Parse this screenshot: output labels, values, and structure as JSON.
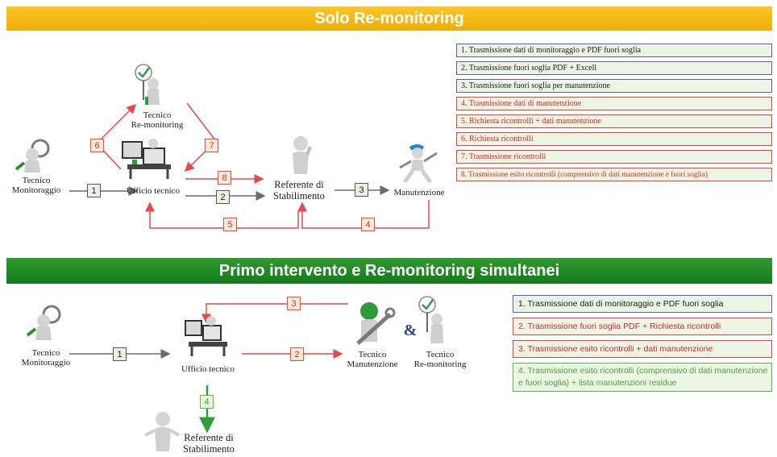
{
  "section1": {
    "title": "Solo Re-monitoring",
    "nodes": {
      "tecnico_monitoraggio": [
        "Tecnico",
        "Monitoraggio"
      ],
      "tecnico_remonitoring": [
        "Tecnico",
        "Re-monitoring"
      ],
      "ufficio_tecnico": "Ufficio tecnico",
      "referente": [
        "Referente di",
        "Stabilimento"
      ],
      "manutenzione": "Manutenzione"
    },
    "steps": [
      "1",
      "2",
      "3",
      "4",
      "5",
      "6",
      "7",
      "8"
    ],
    "legend": [
      "1. Trasmissione dati di monitoraggio e PDF fuori soglia",
      "2. Trasmissione fuori soglia PDF + Excell",
      "3. Trasmissione fuori soglia per manutenzione",
      "4. Trasmissione dati di manutenzione",
      "5. Richiesta ricontrolli + dati manutenzione",
      "6. Richiesta ricontrolli",
      "7. Trasmissione ricontrolli",
      "8. Trasmissione esito ricontrolli (comprensivo di dati manutenzione e fuori soglia)"
    ]
  },
  "section2": {
    "title": "Primo intervento e Re-monitoring simultanei",
    "nodes": {
      "tecnico_monitoraggio": [
        "Tecnico",
        "Monitoraggio"
      ],
      "ufficio_tecnico": "Ufficio tecnico",
      "tecnico_manutenzione": [
        "Tecnico",
        "Manutenzione"
      ],
      "ampersand": "&",
      "tecnico_remonitoring": [
        "Tecnico",
        "Re-monitoring"
      ],
      "referente": [
        "Referente di",
        "Stabilimento"
      ]
    },
    "steps": [
      "1",
      "2",
      "3",
      "4"
    ],
    "legend": [
      "1. Trasmissione dati di monitoraggio e PDF fuori soglia",
      "2. Trasmissione fuori soglia PDF + Richiesta ricontrolli",
      "3. Trasmissione esito ricontrolli + dati manutenzione",
      "4. Trasmissione esito ricontrolli (comprensivo di dati manutenzione e fuori soglia) + lista manutenzioni residue"
    ]
  },
  "colors": {
    "black_flow": "#6b6b6b",
    "red_flow": "#e8484c",
    "green_flow": "#2e9e3a",
    "banner1": "#f4b511",
    "banner2": "#1f8a24"
  },
  "icons": [
    "magnifier-person-icon",
    "checkmark-sign-person-icon",
    "computer-workstation-person-icon",
    "thinking-person-icon",
    "running-wrench-person-icon",
    "wrench-person-icon",
    "shrugging-person-icon"
  ]
}
